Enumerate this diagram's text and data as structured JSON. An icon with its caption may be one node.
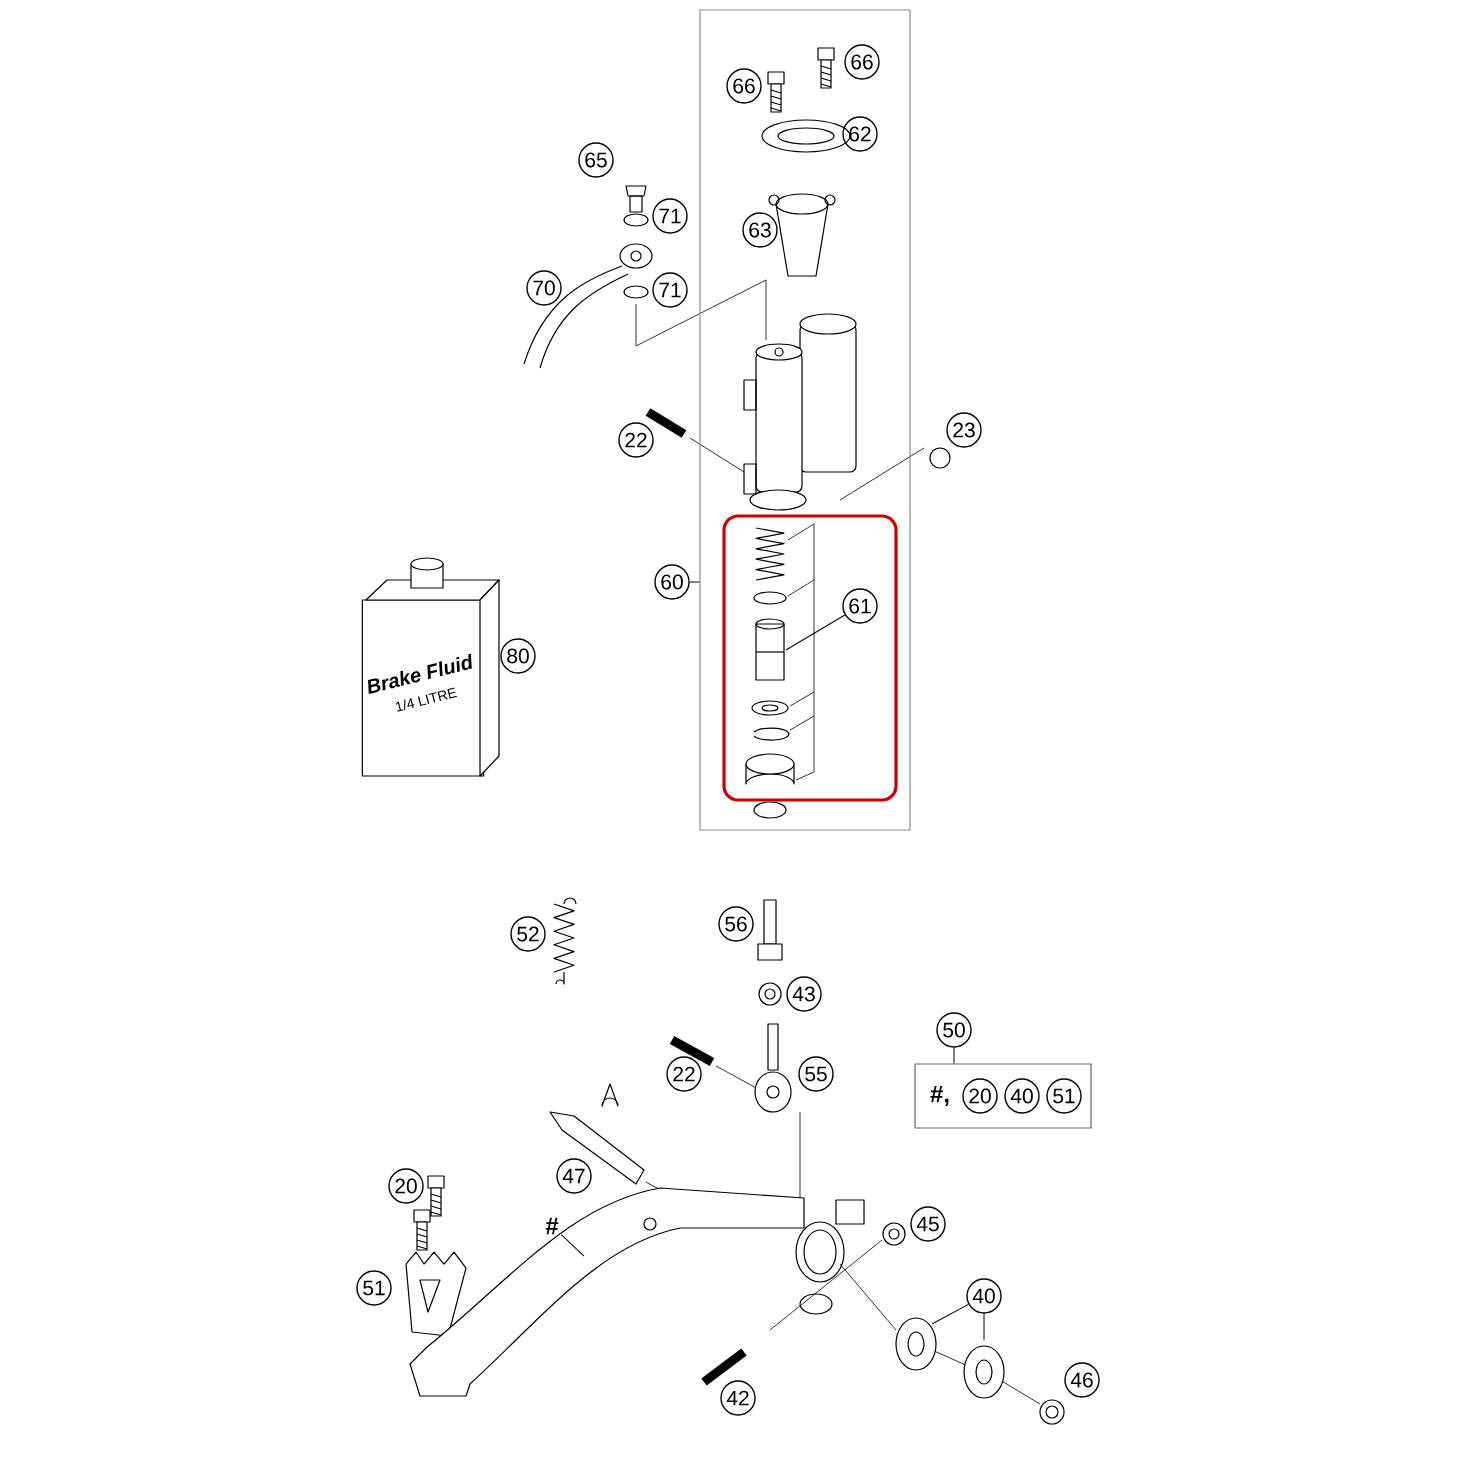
{
  "diagram": {
    "nodes": [
      {
        "text": [],
        "shape": "box"
      },
      {
        "text": [],
        "shape": "box",
        "in": 0
      },
      {
        "text": [
          "66"
        ],
        "in": 0
      },
      {
        "text": [
          "66"
        ],
        "in": 0
      },
      {
        "text": [
          "62"
        ],
        "in": 0
      },
      {
        "text": [
          "63"
        ],
        "in": 0
      },
      {
        "text": [
          "65"
        ]
      },
      {
        "text": [
          "71"
        ]
      },
      {
        "text": [
          "70"
        ]
      },
      {
        "text": [
          "71"
        ]
      },
      {
        "text": [
          "22"
        ]
      },
      {
        "text": [
          "23"
        ]
      },
      {
        "text": [
          "60"
        ]
      },
      {
        "text": [
          "61"
        ],
        "in": 1
      },
      {
        "text": [
          "Brake Fluid",
          "1/4 LITRE"
        ]
      },
      {
        "text": [
          "80"
        ]
      },
      {
        "text": [
          "52"
        ]
      },
      {
        "text": [
          "56"
        ]
      },
      {
        "text": [
          "43"
        ]
      },
      {
        "text": [
          "22"
        ]
      },
      {
        "text": [
          "55"
        ]
      },
      {
        "text": [],
        "shape": "box"
      },
      {
        "text": [
          "50"
        ]
      },
      {
        "text": [
          "#,"
        ],
        "in": 21
      },
      {
        "text": [
          "20"
        ],
        "in": 21
      },
      {
        "text": [
          "40"
        ],
        "in": 21
      },
      {
        "text": [
          "51"
        ],
        "in": 21
      },
      {
        "text": [
          "47"
        ]
      },
      {
        "text": [
          "20"
        ]
      },
      {
        "text": [
          "#"
        ]
      },
      {
        "text": [
          "51"
        ]
      },
      {
        "text": [
          "45"
        ]
      },
      {
        "text": [
          "40"
        ]
      },
      {
        "text": [
          "42"
        ]
      },
      {
        "text": [
          "46"
        ]
      }
    ],
    "edges": [
      {
        "from": 12,
        "to": 0,
        "arrow": "none"
      },
      {
        "from": 13,
        "to": null,
        "arrow": "none"
      },
      {
        "from": 22,
        "to": 21,
        "arrow": "none"
      },
      {
        "from": 32,
        "to": null,
        "arrow": "none"
      },
      {
        "from": 32,
        "to": null,
        "arrow": "none"
      },
      {
        "from": 29,
        "to": null,
        "arrow": "none"
      }
    ]
  }
}
